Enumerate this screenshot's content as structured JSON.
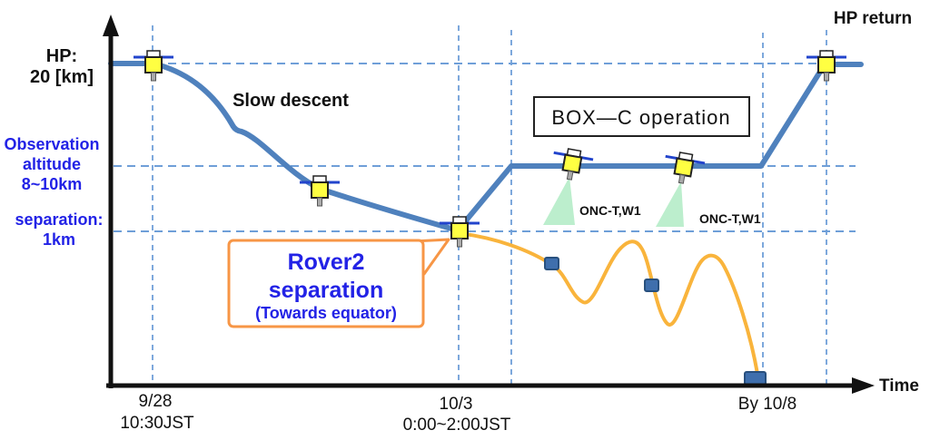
{
  "diagram": {
    "y_axis_labels": {
      "hp": [
        "HP:",
        "20 [km]"
      ],
      "observation": [
        "Observation",
        "altitude",
        "8~10km"
      ],
      "separation": [
        "separation:",
        "1km"
      ]
    },
    "annotations": {
      "slow_descent": "Slow descent",
      "box_c_operation": "BOX—C operation",
      "hp_return": "HP return",
      "onc_left": "ONC-T,W1",
      "onc_right": "ONC-T,W1",
      "time_label": "Time"
    },
    "callout": {
      "line1": "Rover2",
      "line2": "separation",
      "line3": "(Towards equator)"
    },
    "x_ticks": [
      {
        "date": "9/28",
        "time": "10:30JST"
      },
      {
        "date": "10/3",
        "time": "0:00~2:00JST"
      },
      {
        "date": "By 10/8",
        "time": ""
      }
    ],
    "altitude_levels_km": {
      "hp": "20",
      "observation": "8~10",
      "separation": "1"
    },
    "colors": {
      "trajectory_blue": "#4f81bd",
      "rover_orange": "#f9b43c",
      "dashed_guide": "#6f9fd8",
      "blue_text": "#2222e6",
      "callout_border": "#f79646",
      "marker_fill": "#3f6fad",
      "marker_border": "#28507e",
      "cone_green": "#b5ecc8",
      "spacecraft_yellow": "#ffff42",
      "panel_blue": "#2244cc"
    }
  }
}
